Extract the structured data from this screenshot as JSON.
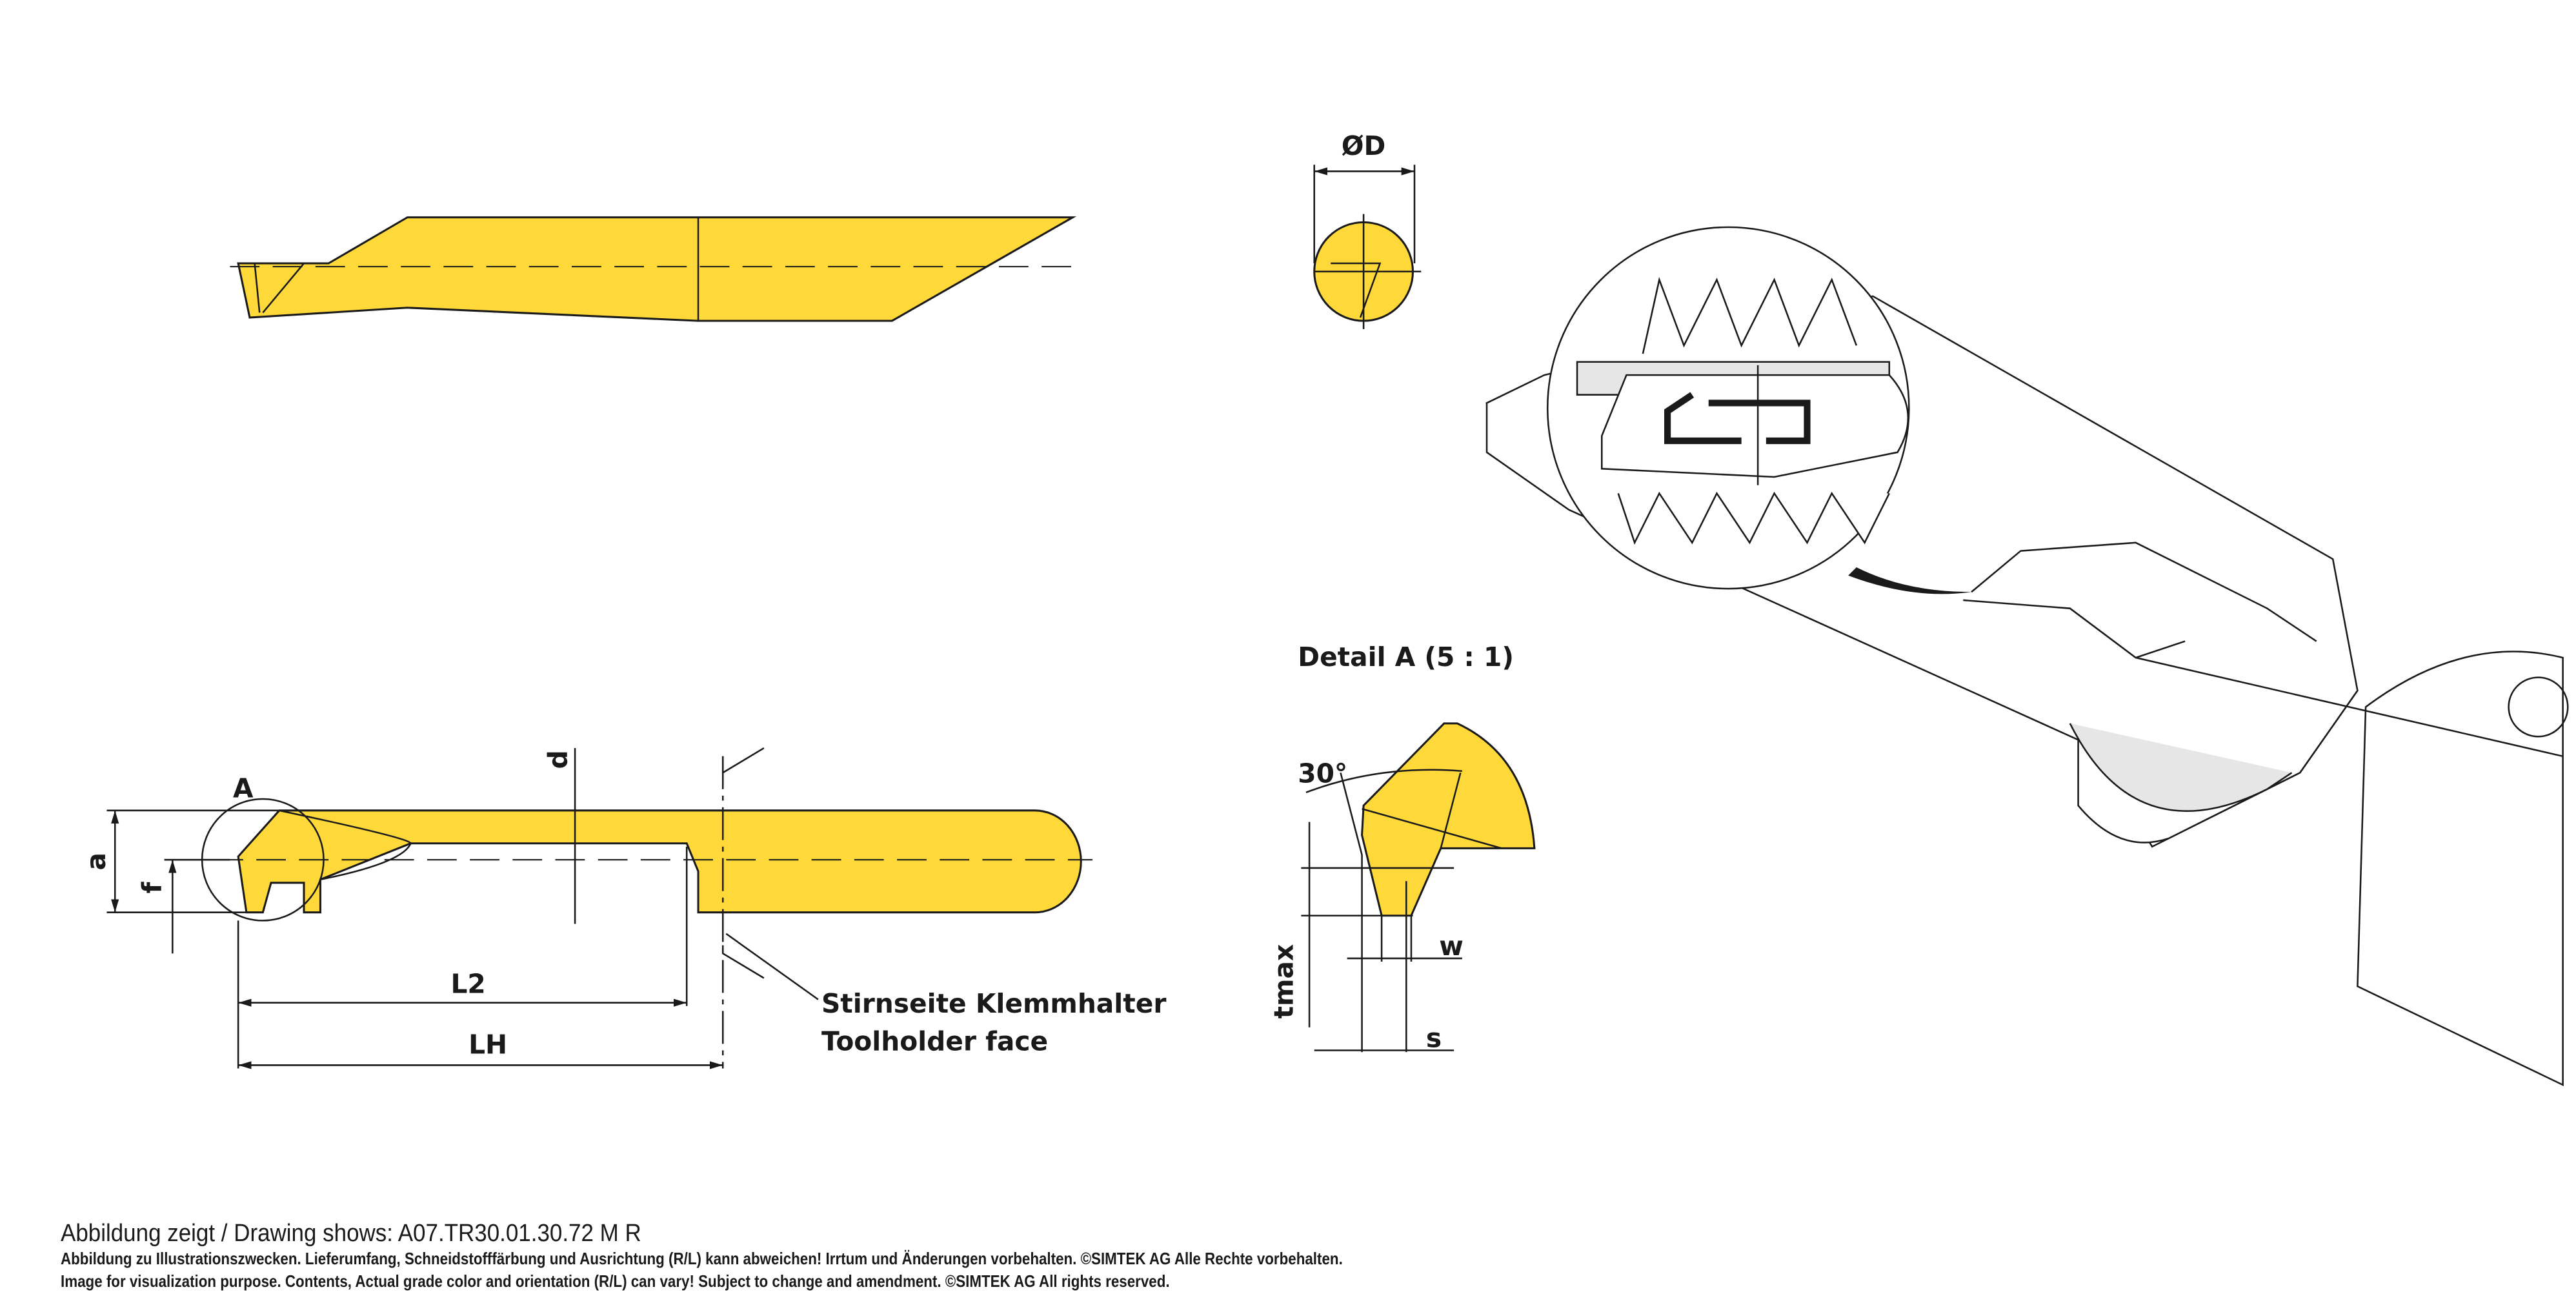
{
  "labels": {
    "diameter": "ØD",
    "a": "a",
    "f": "f",
    "d": "d",
    "detail_marker": "A",
    "l2": "L2",
    "lh": "LH",
    "toolholder_face_de": "Stirnseite Klemmhalter",
    "toolholder_face_en": "Toolholder face",
    "detail_title": "Detail A (5 : 1)",
    "angle": "30°",
    "tmax": "tmax",
    "w": "w",
    "s": "s"
  },
  "footer": {
    "drawing_shows": "Abbildung zeigt / Drawing shows: A07.TR30.01.30.72 M R",
    "disclaimer_de": "Abbildung zu Illustrationszwecken. Lieferumfang, Schneidstofffärbung und Ausrichtung (R/L) kann abweichen! Irrtum und Änderungen vorbehalten. ©SIMTEK AG Alle Rechte vorbehalten.",
    "disclaimer_en": "Image for visualization purpose. Contents, Actual grade color and orientation (R/L) can vary! Subject to change and amendment. ©SIMTEK AG All rights reserved."
  },
  "colors": {
    "tool_yellow": "#FFD93A",
    "line": "#1a1a1a"
  }
}
